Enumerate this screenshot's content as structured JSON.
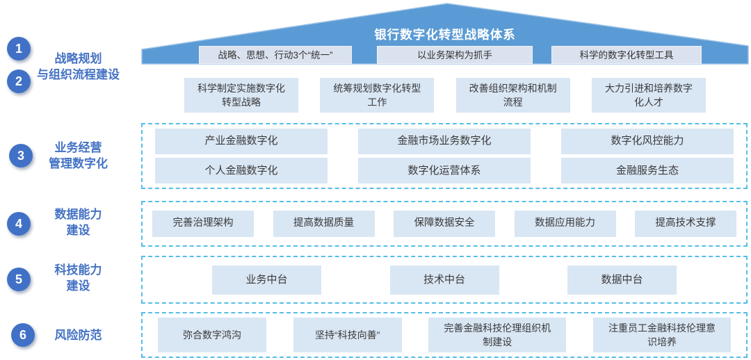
{
  "title": "银行数字化转型战略体系",
  "colors": {
    "roof_blue": "#5b9bd5",
    "roof_stroke": "#9dc3e6",
    "pillar_bg": "#dbe2ef",
    "box_bg": "#d9e6f4",
    "badge_blue": "#4171c6",
    "label_blue": "#4472c4",
    "dashed_border": "#55bde9"
  },
  "roof": {
    "title": "银行数字化转型战略体系",
    "pillars": [
      "战略、思想、行动3个“统一”",
      "以业务架构为抓手",
      "科学的数字化转型工具"
    ]
  },
  "sections": [
    {
      "id": "strategy-organization",
      "numbers": [
        "1",
        "2"
      ],
      "label_lines": [
        "战略规划",
        "与组织流程建设"
      ],
      "boxes": [
        "科学制定实施数字化转型战略",
        "统筹规划数字化转型工作",
        "改善组织架构和机制流程",
        "大力引进和培养数字化人才"
      ]
    },
    {
      "id": "business-operation",
      "numbers": [
        "3"
      ],
      "label_lines": [
        "业务经营",
        "管理数字化"
      ],
      "rows": [
        [
          "产业金融数字化",
          "金融市场业务数字化",
          "数字化风控能力"
        ],
        [
          "个人金融数字化",
          "数字化运营体系",
          "金融服务生态"
        ]
      ]
    },
    {
      "id": "data-capability",
      "numbers": [
        "4"
      ],
      "label_lines": [
        "数据能力",
        "建设"
      ],
      "boxes": [
        "完善治理架构",
        "提高数据质量",
        "保障数据安全",
        "数据应用能力",
        "提高技术支撑"
      ]
    },
    {
      "id": "tech-capability",
      "numbers": [
        "5"
      ],
      "label_lines": [
        "科技能力",
        "建设"
      ],
      "boxes": [
        "业务中台",
        "技术中台",
        "数据中台"
      ]
    },
    {
      "id": "risk-prevention",
      "numbers": [
        "6"
      ],
      "label_lines": [
        "风险防范"
      ],
      "boxes": [
        "弥合数字鸿沟",
        "坚持“科技向善”",
        "完善金融科技伦理组织机制建设",
        "注重员工金融科技伦理意识培养"
      ]
    }
  ]
}
